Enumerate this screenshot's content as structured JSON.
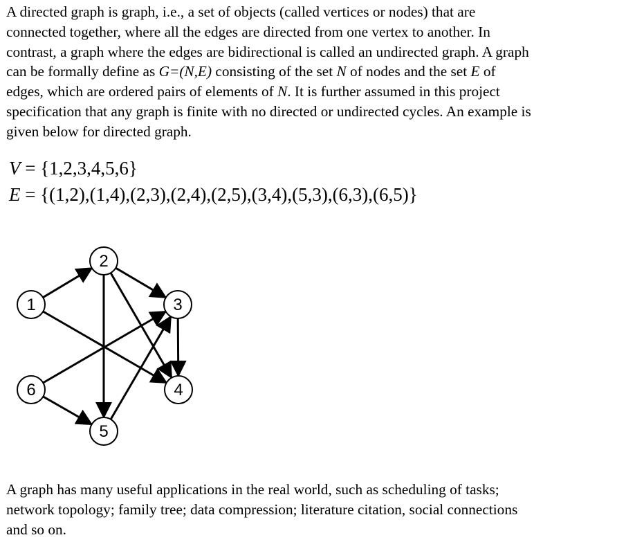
{
  "intro": {
    "line1": "A directed graph is graph, i.e., a set of objects (called vertices or nodes) that are",
    "line2": "connected together, where all the edges are directed from one vertex to another.  In",
    "line3": "contrast, a graph where the edges are bidirectional is called an undirected graph.  A graph",
    "line4_a": "can be formally define as ",
    "line4_b": "G=(N,E)",
    "line4_c": " consisting of the set ",
    "line4_d": "N",
    "line4_e": " of nodes and the set ",
    "line4_f": "E",
    "line4_g": " of",
    "line5_a": "edges, which are ordered pairs of elements of ",
    "line5_b": "N",
    "line5_c": ".  It is further assumed in this project",
    "line6": "specification that any graph is finite with no directed or undirected cycles.  An example is",
    "line7": "given below for directed graph."
  },
  "math": {
    "v_symbol": "V",
    "v_rest": " = {1,2,3,4,5,6}",
    "e_symbol": "E",
    "e_rest": " = {(1,2),(1,4),(2,3),(2,4),(2,5),(3,4),(5,3),(6,3),(6,5)}"
  },
  "graph": {
    "nodes": [
      "1",
      "2",
      "3",
      "4",
      "5",
      "6"
    ],
    "edges": [
      [
        "1",
        "2"
      ],
      [
        "1",
        "4"
      ],
      [
        "2",
        "3"
      ],
      [
        "2",
        "4"
      ],
      [
        "2",
        "5"
      ],
      [
        "3",
        "4"
      ],
      [
        "5",
        "3"
      ],
      [
        "6",
        "3"
      ],
      [
        "6",
        "5"
      ]
    ]
  },
  "outro": {
    "line1": "A graph has many useful applications in the real world, such as scheduling of tasks;",
    "line2": "network topology; family tree; data compression; literature citation, social connections",
    "line3": "and so on."
  }
}
